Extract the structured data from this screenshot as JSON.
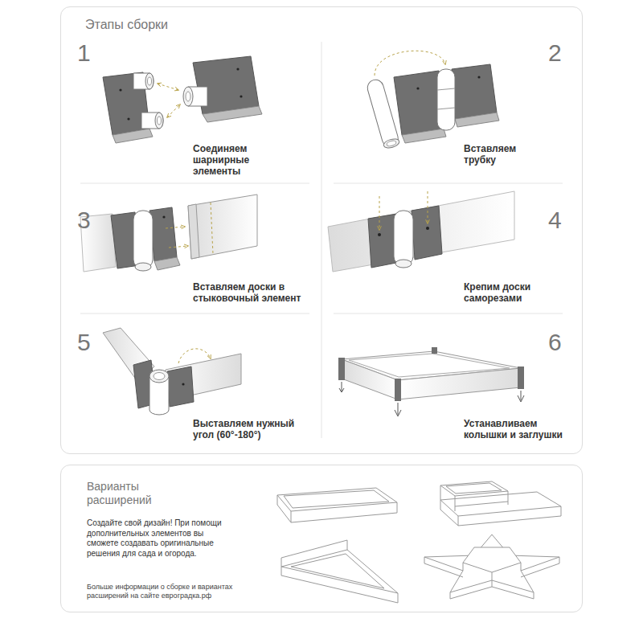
{
  "diagram": {
    "nodes": [
      {
        "text": [
          "Этапы сборки"
        ]
      },
      {
        "text": [
          "Варианты расширений",
          "Создайте свой дизайн! При помощи дополнительных элементов вы сможете создавать оригинальные решения для сада и огорода.",
          "Больше информации о сборке и вариантах расширений на сайте евроградка.рф"
        ]
      }
    ],
    "labels": [
      "1",
      "Соединяем шарнирные элементы",
      "2",
      "Вставляем трубку",
      "3",
      "Вставляем доски в стыковочный элемент",
      "4",
      "Крепим доски саморезами",
      "5",
      "Выставляем нужный угол (60°-180°)",
      "6",
      "Устанавливаем колышки и заглушки"
    ]
  }
}
